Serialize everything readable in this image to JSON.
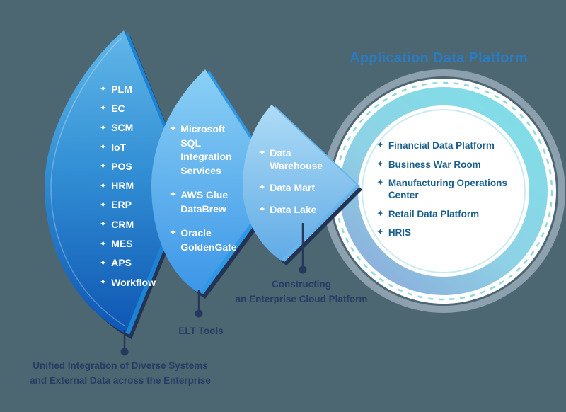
{
  "icons": {
    "star_bullet": "✦"
  },
  "colors": {
    "background": "#4C6672",
    "leaf_systems_top": "#62B7E8",
    "leaf_systems_bottom": "#0E56B3",
    "leaf_elt_top": "#8BD0F5",
    "leaf_elt_bottom": "#3C96E7",
    "leaf_storage_top": "#AEDCF6",
    "leaf_storage_bottom": "#61ABE6",
    "ring_teal": "#7FDFE7",
    "ring_blue": "#8BA8D9",
    "shadow_navy": "#223354",
    "title_text": "#2A7CC2",
    "platform_text": "#185E8C",
    "caption_text": "#263D63"
  },
  "leaf_systems": {
    "items": [
      "PLM",
      "EC",
      "SCM",
      "IoT",
      "POS",
      "HRM",
      "ERP",
      "CRM",
      "MES",
      "APS",
      "Workflow"
    ],
    "caption": "Unified Integration of Diverse Systems\nand External Data across the Enterprise"
  },
  "leaf_elt": {
    "items": [
      "Microsoft SQL Integration Services",
      "AWS Glue DataBrew",
      "Oracle GoldenGate"
    ],
    "caption": "ELT Tools"
  },
  "leaf_storage": {
    "items": [
      "Data Warehouse",
      "Data Mart",
      "Data Lake"
    ],
    "caption": "Constructing\nan Enterprise Cloud Platform"
  },
  "platform": {
    "heading": "Application Data Platform",
    "items": [
      "Financial Data Platform",
      "Business War Room",
      "Manufacturing Operations Center",
      "Retail Data Platform",
      "HRIS"
    ]
  }
}
